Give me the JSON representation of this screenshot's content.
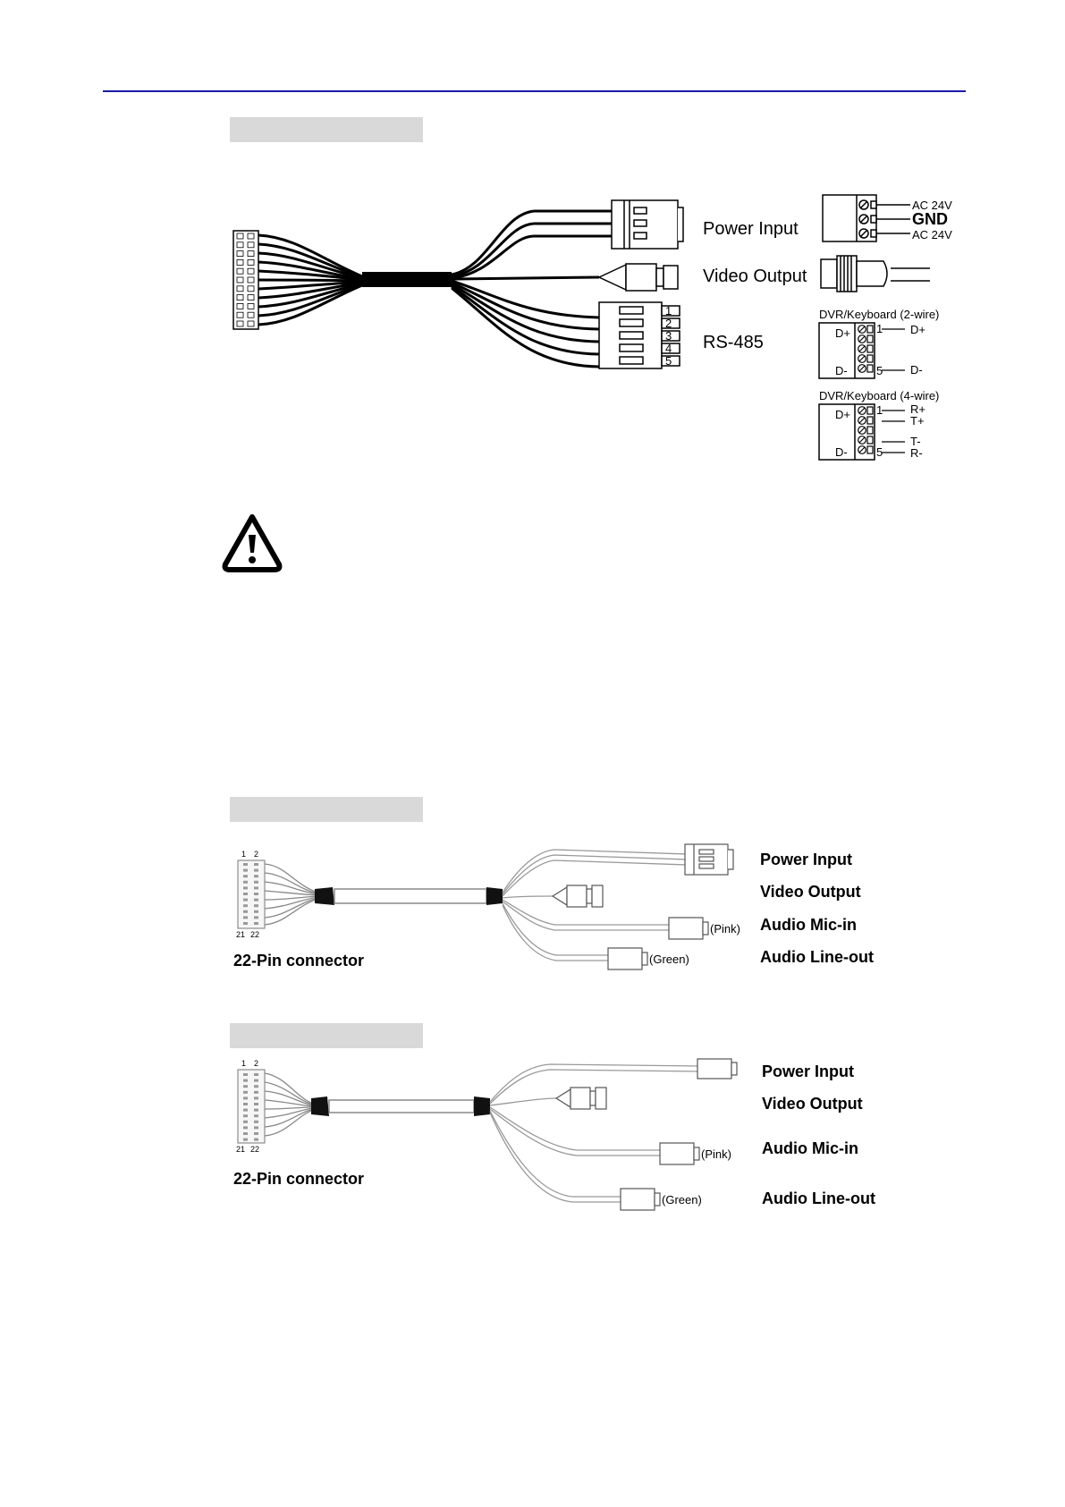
{
  "fig1": {
    "labels": {
      "power": "Power Input",
      "video": "Video Output",
      "rs485": "RS-485"
    },
    "power_terminal": {
      "top": "AC 24V",
      "mid": "GND",
      "bottom": "AC 24V"
    },
    "rs485_pins": [
      "1",
      "2",
      "3",
      "4",
      "5"
    ],
    "kb2": {
      "title": "DVR/Keyboard (2-wire)",
      "left_top": "D+",
      "left_bottom": "D-",
      "pin_top": "1",
      "pin_bottom": "5",
      "right_top": "D+",
      "right_bottom": "D-"
    },
    "kb4": {
      "title": "DVR/Keyboard (4-wire)",
      "left_top": "D+",
      "left_bottom": "D-",
      "pin_top": "1",
      "pin_bottom": "5",
      "r1": "R+",
      "r2": "T+",
      "r3": "T-",
      "r4": "R-"
    }
  },
  "fig2": {
    "labels": {
      "power": "Power Input",
      "video": "Video Output",
      "mic": "Audio Mic-in",
      "line": "Audio Line-out"
    },
    "pink": "(Pink)",
    "green": "(Green)",
    "pins": {
      "tl": "1",
      "tr": "2",
      "bl": "21",
      "br": "22"
    },
    "caption": "22-Pin connector"
  },
  "fig3": {
    "labels": {
      "power": "Power Input",
      "video": "Video Output",
      "mic": "Audio Mic-in",
      "line": "Audio Line-out"
    },
    "pink": "(Pink)",
    "green": "(Green)",
    "pins": {
      "tl": "1",
      "tr": "2",
      "bl": "21",
      "br": "22"
    },
    "caption": "22-Pin connector"
  },
  "warning_icon": "warning-triangle-icon",
  "colors": {
    "header_rule": "#1a1aa8",
    "section_bar": "#d9d9d9"
  }
}
